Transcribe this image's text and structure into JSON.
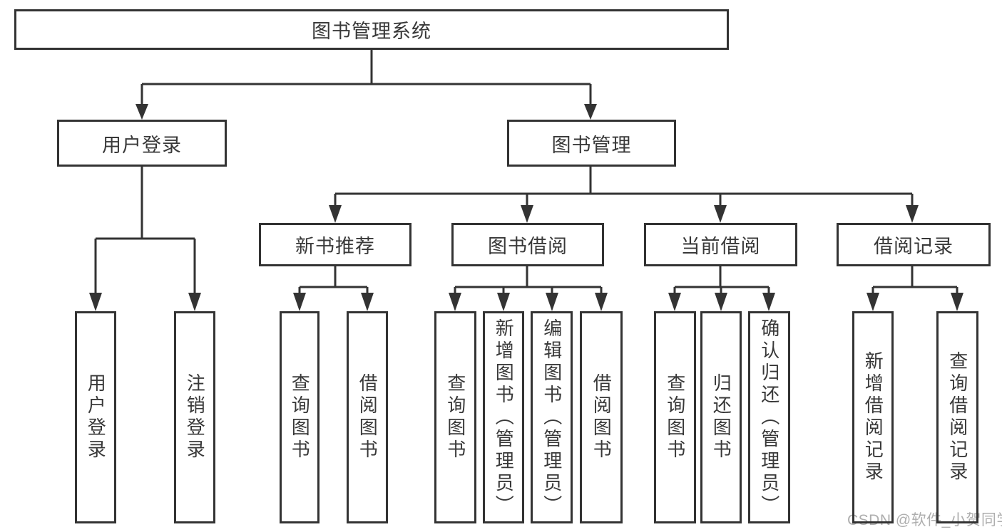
{
  "diagram": {
    "root": {
      "label": "图书管理系统"
    },
    "level2": [
      {
        "label": "用户登录"
      },
      {
        "label": "图书管理"
      }
    ],
    "level3": [
      {
        "label": "新书推荐"
      },
      {
        "label": "图书借阅"
      },
      {
        "label": "当前借阅"
      },
      {
        "label": "借阅记录"
      }
    ],
    "leaves": [
      {
        "label": "用户登录"
      },
      {
        "label": "注销登录"
      },
      {
        "label": "查询图书"
      },
      {
        "label": "借阅图书"
      },
      {
        "label": "查询图书"
      },
      {
        "label": "新增图书（管理员）"
      },
      {
        "label": "编辑图书（管理员）"
      },
      {
        "label": "借阅图书"
      },
      {
        "label": "查询图书"
      },
      {
        "label": "归还图书"
      },
      {
        "label": "确认归还（管理员）"
      },
      {
        "label": "新增借阅记录"
      },
      {
        "label": "查询借阅记录"
      }
    ]
  },
  "watermark": {
    "text": "CSDN @软件_小贺同学"
  },
  "colors": {
    "line": "#333333",
    "text": "#383838",
    "watermark": "#aeaeae"
  }
}
